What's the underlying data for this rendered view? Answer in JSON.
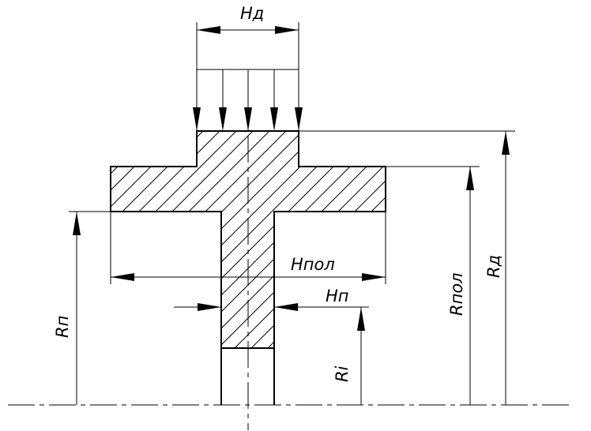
{
  "labels": {
    "hd": "Нд",
    "hpol": "Нпол",
    "hp": "Нп",
    "rp": "Rп",
    "ri": "Ri",
    "rpol": "Rпол",
    "rd": "Rд"
  }
}
